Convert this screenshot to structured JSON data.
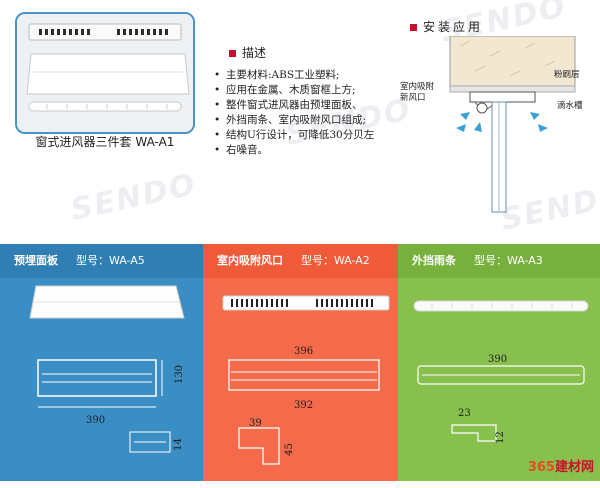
{
  "product_caption": "窗式进风器三件套 WA-A1",
  "description": {
    "heading": "描述",
    "items": [
      "主要材料:ABS工业塑料;",
      "应用在金属、木质窗框上方;",
      "整件窗式进风器由预埋面板、",
      "外挡雨条、室内吸附风口组成;",
      "结构U行设计，可降低30分贝左",
      "右噪音。"
    ]
  },
  "installation": {
    "title": "安装应用",
    "label_left": [
      "室内吸附",
      "新风口"
    ],
    "label_plaster": "粉刷层",
    "label_groove": "滴水槽"
  },
  "panels": [
    {
      "name": "预埋面板",
      "model": "型号：WA-A5",
      "dims": {
        "width": "390",
        "height": "130",
        "depth": "14"
      }
    },
    {
      "name": "室内吸附风口",
      "model": "型号：WA-A2",
      "dims": {
        "top": "396",
        "bottom": "392",
        "w": "39",
        "h": "45"
      }
    },
    {
      "name": "外挡雨条",
      "model": "型号：WA-A3",
      "dims": {
        "width": "390",
        "w": "23",
        "h": "12"
      }
    }
  ],
  "watermark": "SENDO",
  "brand": {
    "num": "365",
    "text": "建材网"
  },
  "colors": {
    "panel_a5": "#3b8ec3",
    "panel_a2": "#f36b4a",
    "panel_a3": "#88c04d",
    "accent": "#c8102e"
  }
}
